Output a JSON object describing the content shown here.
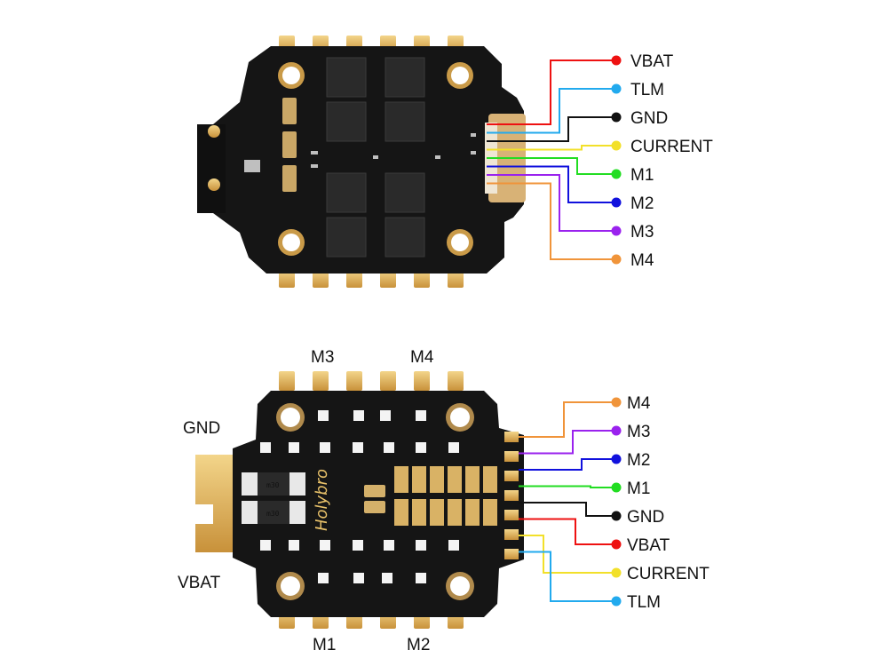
{
  "top_board": {
    "pins": [
      {
        "label": "VBAT",
        "color": "#ee1111"
      },
      {
        "label": "TLM",
        "color": "#22aaee"
      },
      {
        "label": "GND",
        "color": "#111111"
      },
      {
        "label": "CURRENT",
        "color": "#f2e02a"
      },
      {
        "label": "M1",
        "color": "#22dd22"
      },
      {
        "label": "M2",
        "color": "#1111dd"
      },
      {
        "label": "M3",
        "color": "#9a22ee"
      },
      {
        "label": "M4",
        "color": "#f0943a"
      }
    ]
  },
  "bottom_board": {
    "brand": "Holybro",
    "chip_marks": [
      "m30",
      "m30"
    ],
    "motor_labels": {
      "top_left": "M3",
      "top_right": "M4",
      "bottom_left": "M1",
      "bottom_right": "M2"
    },
    "power_labels": {
      "ground": "GND",
      "battery": "VBAT"
    },
    "pins": [
      {
        "label": "M4",
        "color": "#f0943a"
      },
      {
        "label": "M3",
        "color": "#9a22ee"
      },
      {
        "label": "M2",
        "color": "#1111dd"
      },
      {
        "label": "M1",
        "color": "#22dd22"
      },
      {
        "label": "GND",
        "color": "#111111"
      },
      {
        "label": "VBAT",
        "color": "#ee1111"
      },
      {
        "label": "CURRENT",
        "color": "#f2e02a"
      },
      {
        "label": "TLM",
        "color": "#22aaee"
      }
    ]
  },
  "colors": {
    "pcb": "#151515",
    "gold": "#e3b04f",
    "pad_gold": "#d9b265"
  }
}
